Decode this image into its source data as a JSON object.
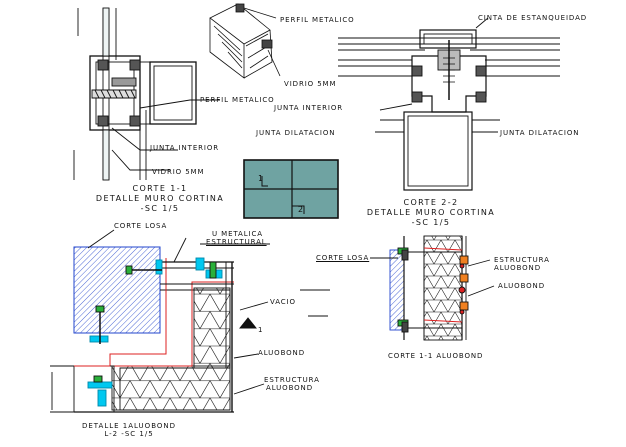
{
  "views": {
    "corte_1_1": {
      "title_line1": "CORTE 1-1",
      "title_line2": "DETALLE MURO CORTINA",
      "title_line3": "-SC 1/5",
      "labels": {
        "perfil_metalico_top": "PERFIL METALICO",
        "vidrio_top": "VIDRIO 5MM",
        "perfil_metalico": "PERFIL METALICO",
        "junta_interior": "JUNTA INTERIOR",
        "vidrio": "VIDRIO 5MM"
      }
    },
    "corte_2_2": {
      "title_line1": "CORTE 2-2",
      "title_line2": "DETALLE MURO CORTINA",
      "title_line3": "-SC 1/5",
      "labels": {
        "cinta_estanqueidad": "CINTA DE ESTANQUEIDAD",
        "junta_interior": "JUNTA INTERIOR",
        "junta_dilatacion_left": "JUNTA DILATACION",
        "junta_dilatacion_right": "JUNTA DILATACION"
      }
    },
    "detalle_aluobond": {
      "title_line1": "DETALLE 1ALUOBOND",
      "title_line2": "L-2 -SC 1/5",
      "labels": {
        "corte_losa": "CORTE LOSA",
        "u_metalica_1": "U METALICA",
        "u_metalica_2": "ESTRUCTURAL",
        "vacio": "VACIO",
        "aluobond": "ALUOBOND",
        "estructura_1": "ESTRUCTURA",
        "estructura_2": "ALUOBOND",
        "section_mark": "1"
      }
    },
    "corte_1_1_aluobond": {
      "title": "CORTE 1-1 ALUOBOND",
      "labels": {
        "corte_losa": "CORTE LOSA",
        "estructura_1": "ESTRUCTURA",
        "estructura_2": "ALUOBOND",
        "aluobond": "ALUOBOND"
      }
    },
    "elevation": {
      "mark_1": "1",
      "mark_2": "2"
    }
  },
  "colors": {
    "glass": "#6fa3a2",
    "hatch": "#2244cc",
    "cyan": "#00c8f0",
    "green": "#2ab03a",
    "red": "#dd2222",
    "orange": "#f08020",
    "line": "#111111"
  }
}
